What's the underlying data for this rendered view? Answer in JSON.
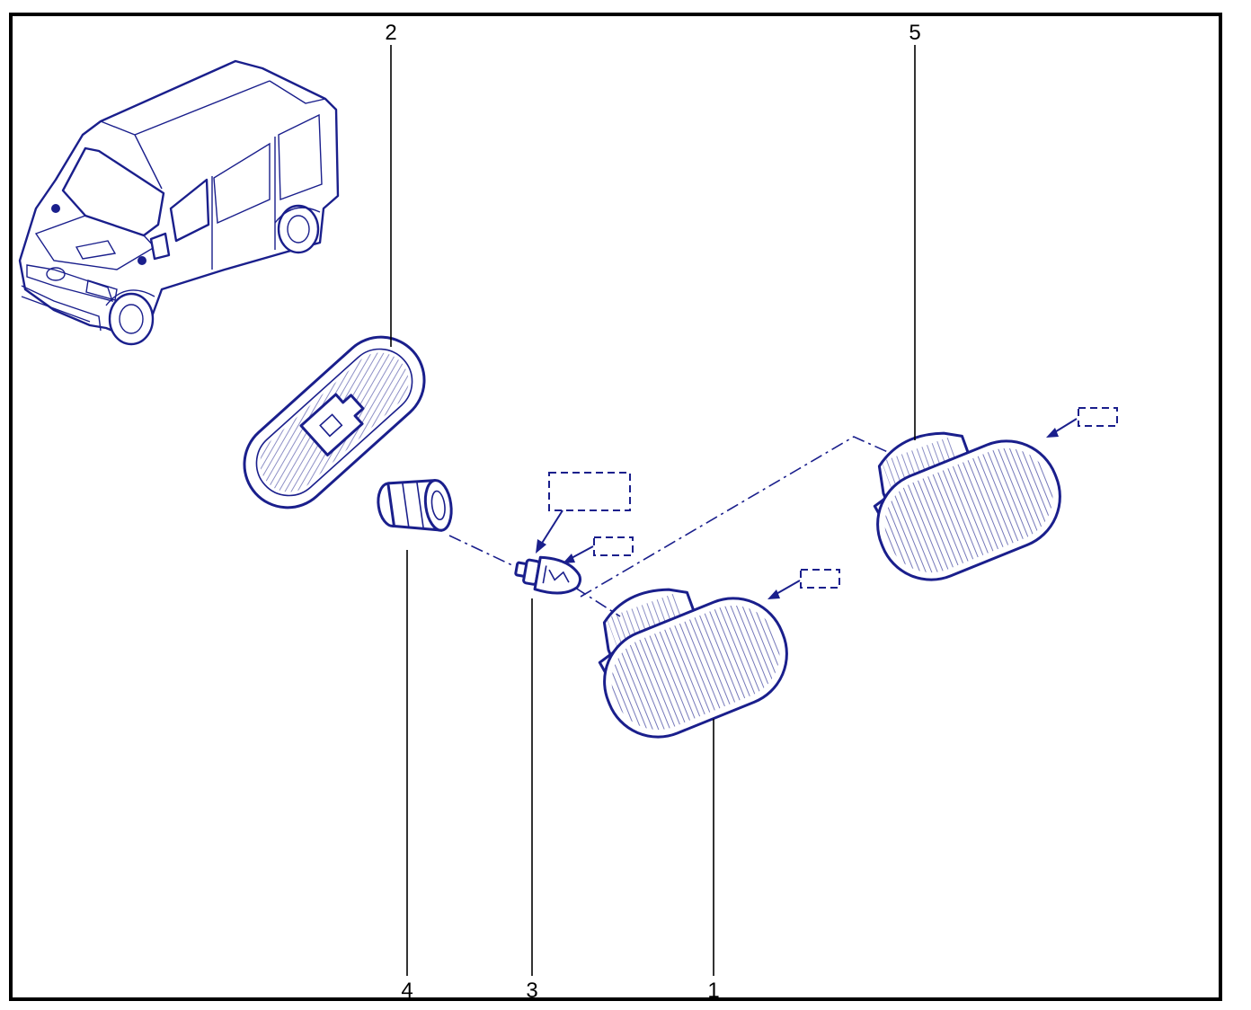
{
  "colors": {
    "line": "#1a1f8c",
    "frame": "#000000",
    "background": "#ffffff"
  },
  "callouts": [
    {
      "id": "c1",
      "label": "1"
    },
    {
      "id": "c2",
      "label": "2"
    },
    {
      "id": "c3",
      "label": "3"
    },
    {
      "id": "c4",
      "label": "4"
    },
    {
      "id": "c5",
      "label": "5"
    }
  ],
  "parts": {
    "1": "side-repeater-lamp-left",
    "2": "mounting-gasket",
    "3": "wedge-bulb",
    "4": "bulb-holder",
    "5": "side-repeater-lamp-right"
  }
}
